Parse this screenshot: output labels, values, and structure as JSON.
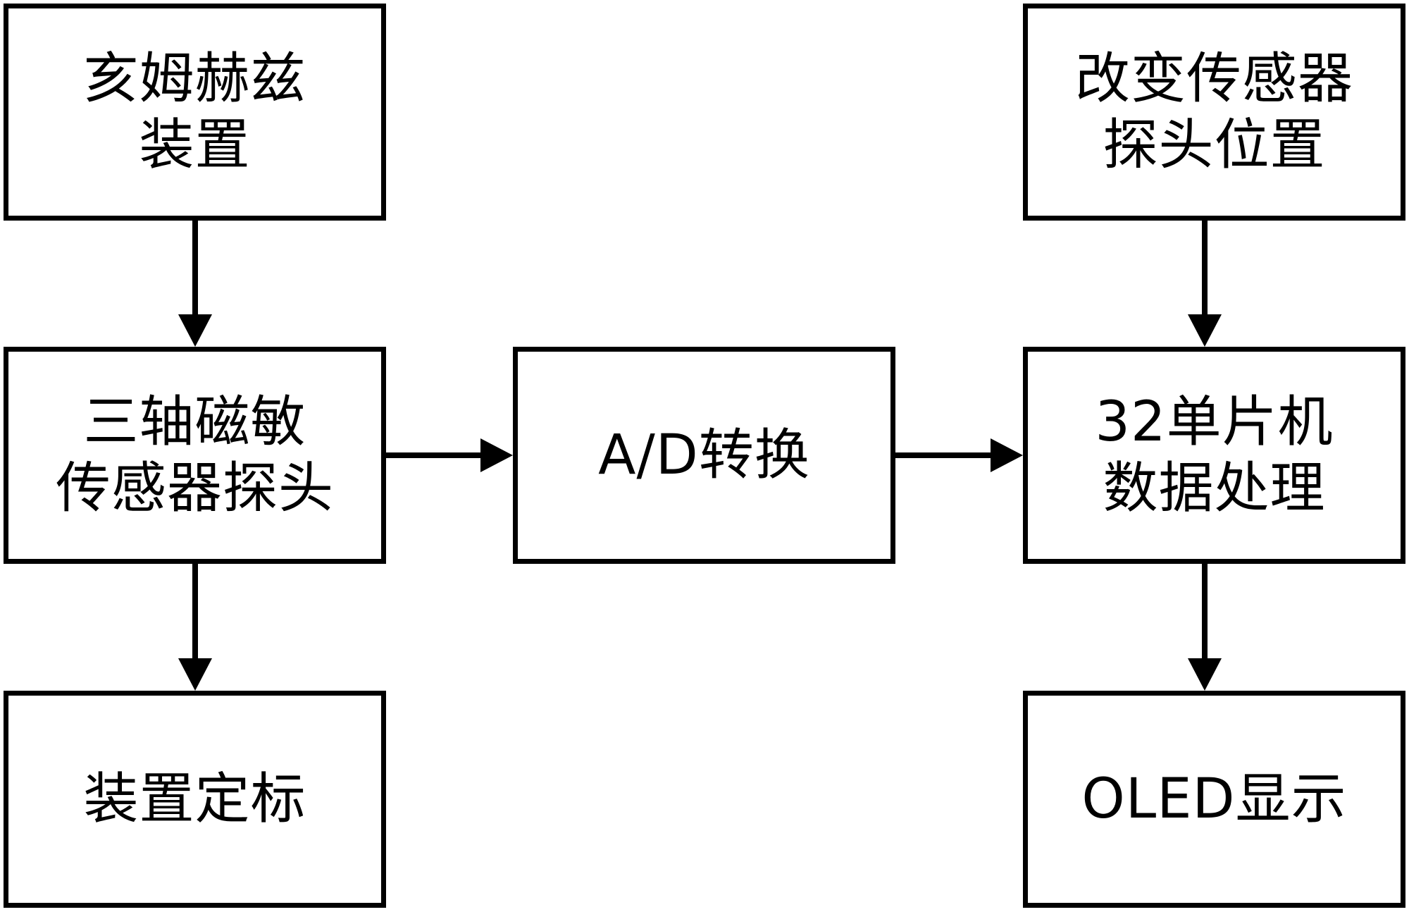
{
  "diagram": {
    "nodes": {
      "helmholtz": {
        "lines": [
          "亥姆赫兹",
          "装置"
        ]
      },
      "probe_position": {
        "lines": [
          "改变传感器",
          "探头位置"
        ]
      },
      "sensor_probe": {
        "lines": [
          "三轴磁敏",
          "传感器探头"
        ]
      },
      "ad_conversion": {
        "lines": [
          "A/D转换"
        ]
      },
      "mcu_processing": {
        "lines": [
          "32单片机",
          "数据处理"
        ]
      },
      "device_calibration": {
        "lines": [
          "装置定标"
        ]
      },
      "oled_display": {
        "lines": [
          "OLED显示"
        ]
      }
    },
    "edges": [
      {
        "from": "helmholtz",
        "to": "sensor_probe"
      },
      {
        "from": "sensor_probe",
        "to": "device_calibration"
      },
      {
        "from": "sensor_probe",
        "to": "ad_conversion"
      },
      {
        "from": "ad_conversion",
        "to": "mcu_processing"
      },
      {
        "from": "probe_position",
        "to": "mcu_processing"
      },
      {
        "from": "mcu_processing",
        "to": "oled_display"
      }
    ],
    "colors": {
      "stroke": "#000000",
      "fill": "#ffffff",
      "text": "#000000"
    }
  }
}
